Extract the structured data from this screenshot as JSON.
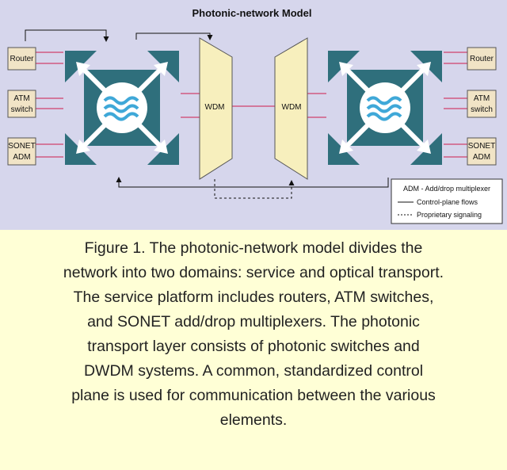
{
  "diagram": {
    "title": "Photonic-network Model",
    "left_boxes": [
      {
        "lines": [
          "Router"
        ]
      },
      {
        "lines": [
          "ATM",
          "switch"
        ]
      },
      {
        "lines": [
          "SONET",
          "ADM"
        ]
      }
    ],
    "right_boxes": [
      {
        "lines": [
          "Router"
        ]
      },
      {
        "lines": [
          "ATM",
          "switch"
        ]
      },
      {
        "lines": [
          "SONET",
          "ADM"
        ]
      }
    ],
    "wdm_left": "WDM",
    "wdm_right": "WDM",
    "legend": [
      "ADM - Add/drop multiplexer",
      "Control-plane flows",
      "Proprietary signaling"
    ],
    "colors": {
      "background": "#d6d6ec",
      "switch": "#2f6f7c",
      "wdm": "#f7efbd",
      "client_box": "#f1e4c6",
      "link": "#d0426b",
      "caption_bg": "#ffffd6"
    }
  },
  "caption": {
    "lines": [
      "Figure 1. The photonic-network model divides the",
      "network into two domains: service and optical transport.",
      "The service platform includes routers, ATM switches,",
      "and SONET add/drop multiplexers. The photonic",
      "transport layer consists of photonic switches and",
      "DWDM systems. A common, standardized control",
      "plane is used for communication between the various",
      "elements."
    ]
  }
}
